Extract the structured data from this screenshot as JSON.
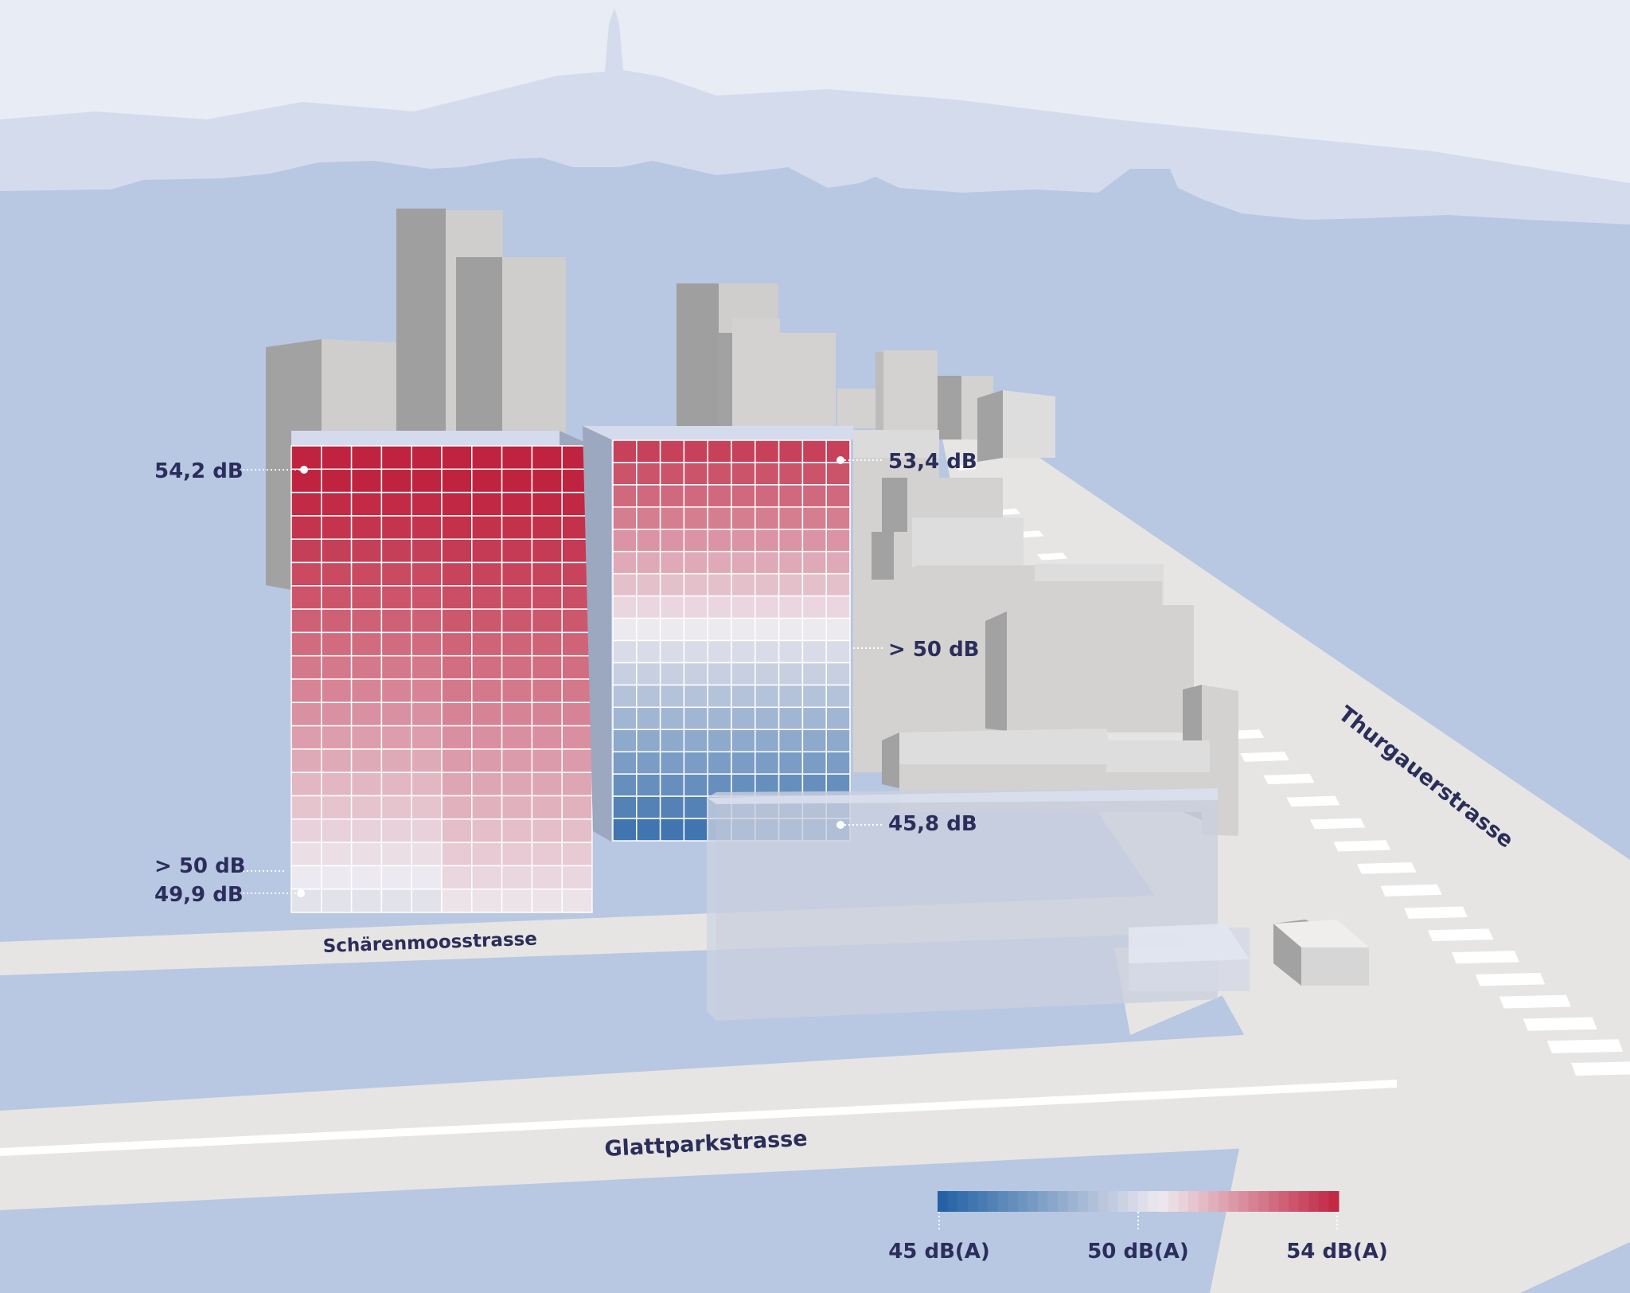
{
  "colors": {
    "sky": "#e8ecf5",
    "far_hills": "#d4dbec",
    "ground": "#b8c7e2",
    "road": "#e6e5e3",
    "building_light": "#d2d1d1",
    "building_dark": "#a09f9f",
    "label": "#2b2d5a",
    "scale_low": "#1f5fa3",
    "scale_mid": "#eeeaf0",
    "scale_high": "#c0233f"
  },
  "streets": {
    "schaerenmoos": "Schärenmoosstrasse",
    "glattpark": "Glattparkstrasse",
    "thurgauer": "Thurgauerstrasse"
  },
  "annotations": {
    "left_top": "54,2 dB",
    "left_threshold": "> 50 dB",
    "left_bottom": "49,9 dB",
    "right_top": "53,4 dB",
    "right_threshold": "> 50 dB",
    "right_bottom": "45,8 dB"
  },
  "scale": {
    "min_label": "45 dB(A)",
    "mid_label": "50 dB(A)",
    "max_label": "54 dB(A)",
    "min_value": 45,
    "mid_value": 50,
    "max_value": 54,
    "steps": 40
  },
  "facades": {
    "left_building": {
      "top_db": 54.2,
      "bottom_db": 49.9,
      "rows": 20,
      "cols": 10
    },
    "right_building": {
      "top_db": 53.4,
      "bottom_db": 45.8,
      "rows": 18,
      "cols": 10
    }
  }
}
